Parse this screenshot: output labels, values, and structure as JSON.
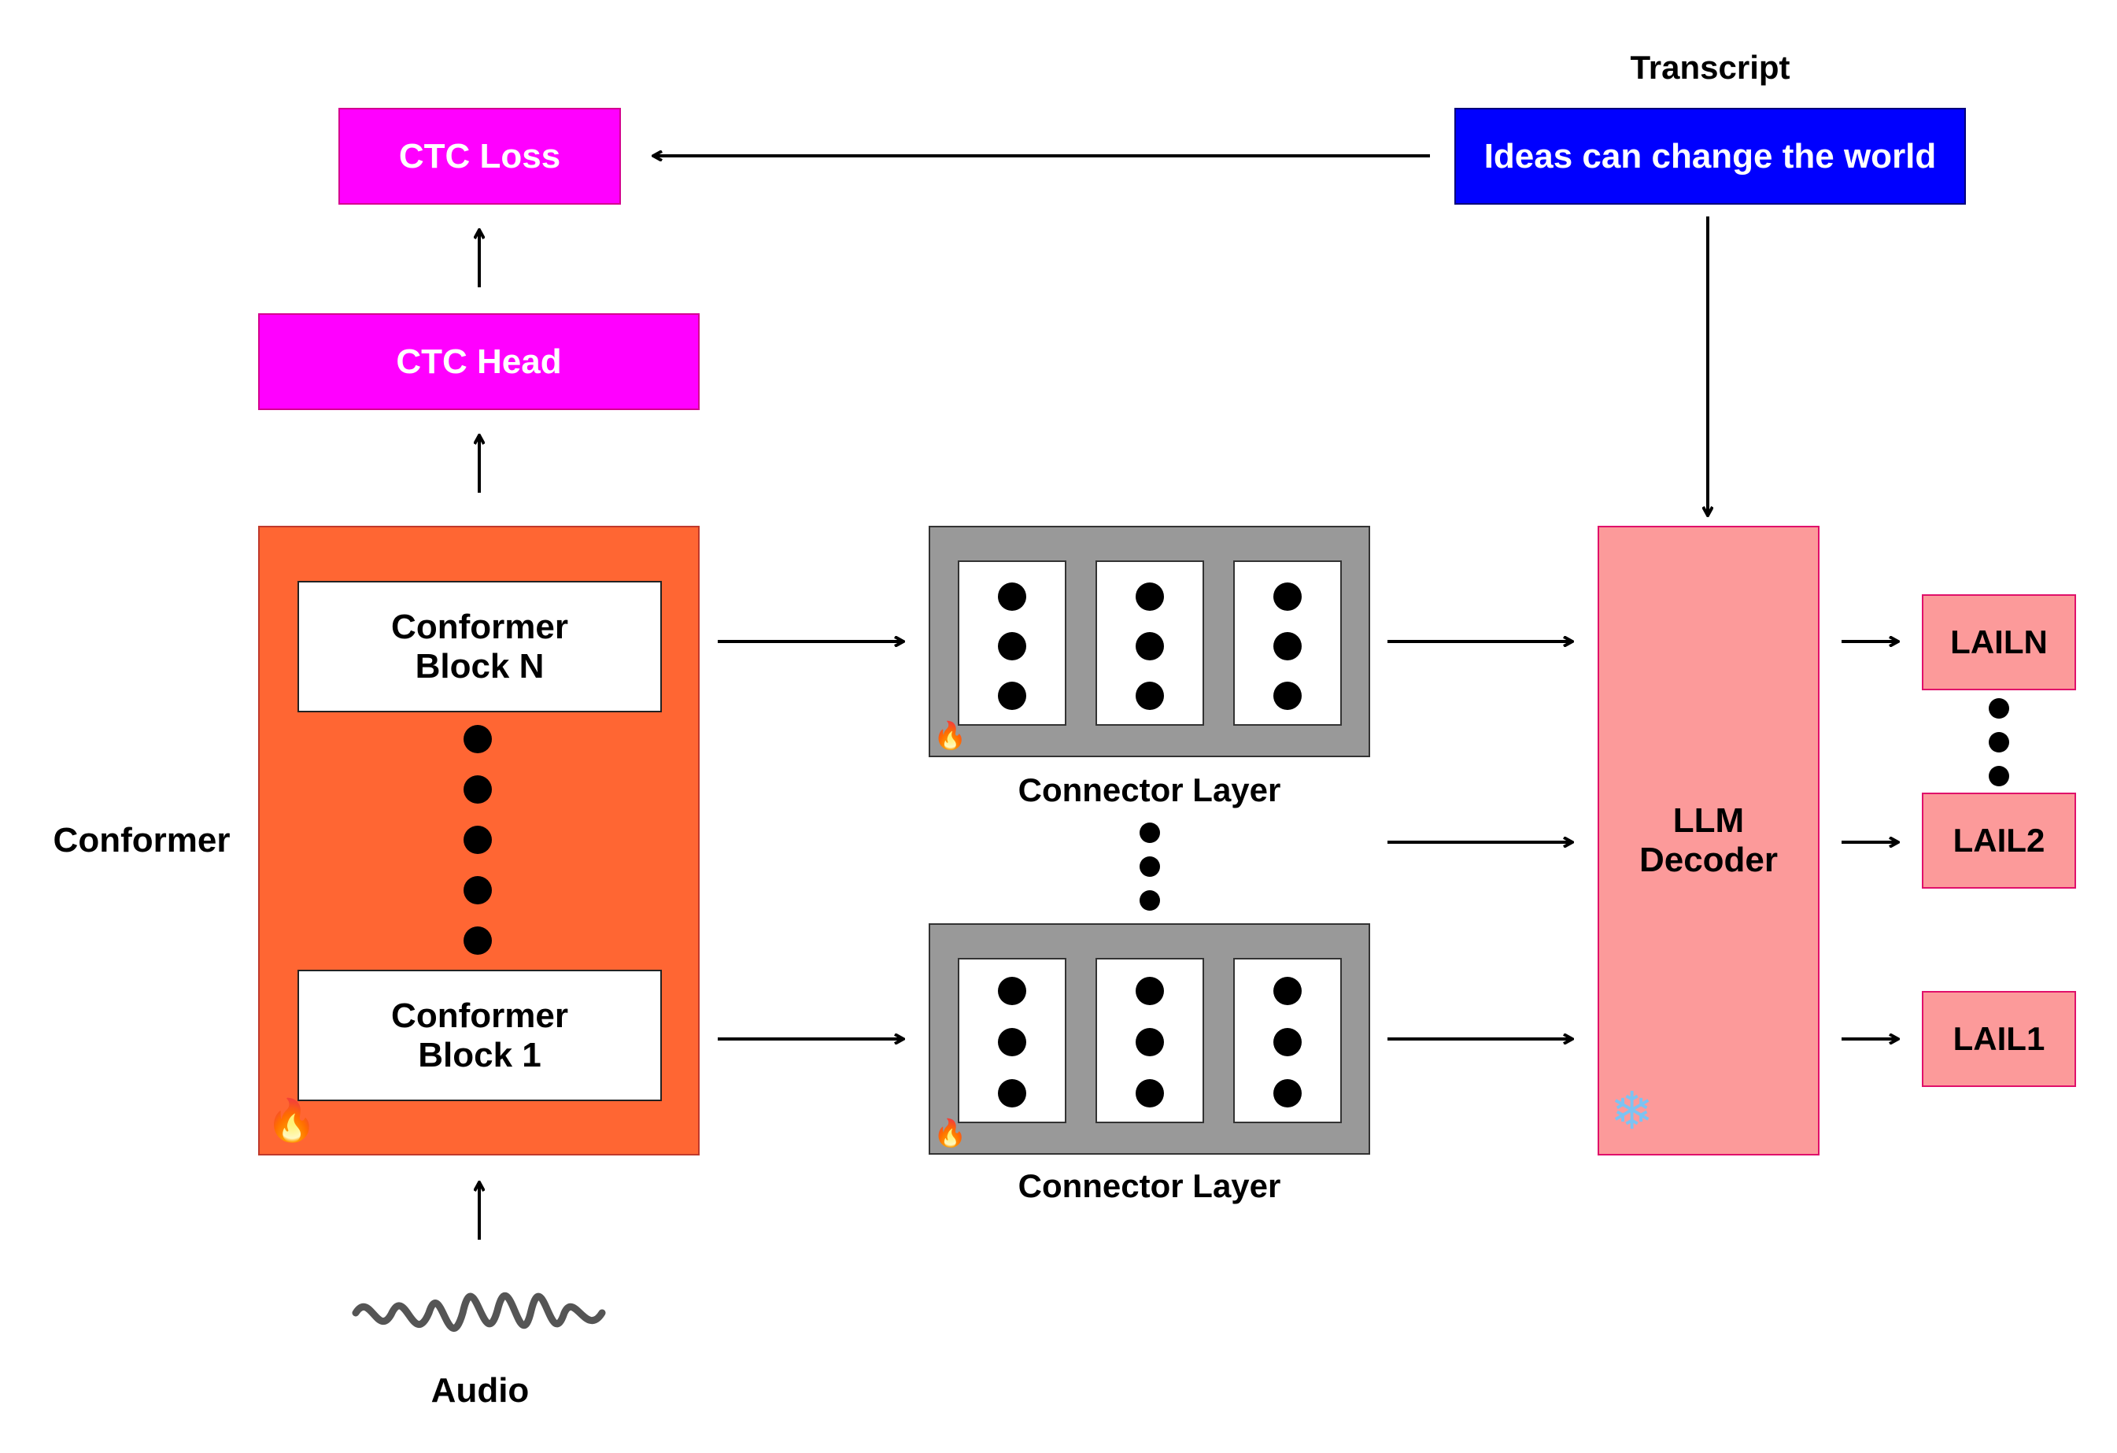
{
  "transcript": {
    "title": "Transcript",
    "text": "Ideas can change the world",
    "color": "#0000ff"
  },
  "ctc": {
    "loss_label": "CTC Loss",
    "head_label": "CTC Head",
    "color": "#ff00ff"
  },
  "conformer": {
    "label": "Conformer",
    "color": "#ff6633",
    "block_top": [
      "Conformer",
      "Block N"
    ],
    "block_bottom": [
      "Conformer",
      "Block 1"
    ],
    "trainable_icon": "fire-icon"
  },
  "audio": {
    "label": "Audio",
    "icon": "waveform-icon"
  },
  "connector": {
    "top_label": "Connector Layer",
    "bottom_label": "Connector Layer",
    "color": "#999999",
    "trainable_icon": "fire-icon"
  },
  "llm": {
    "label": [
      "LLM",
      "Decoder"
    ],
    "color": "#fc9a9a",
    "frozen_icon": "snowflake-icon"
  },
  "outputs": {
    "top": "LAILN",
    "middle": "LAIL2",
    "bottom": "LAIL1"
  }
}
